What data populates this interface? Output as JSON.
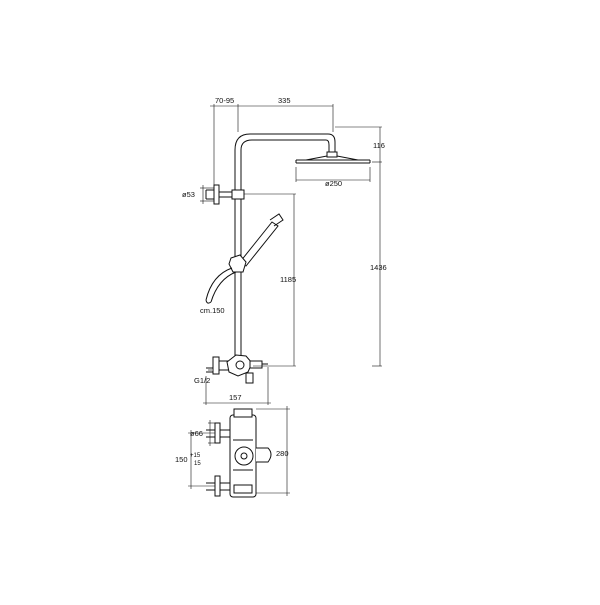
{
  "dimensions": {
    "wall_offset": "70-95",
    "arm_reach": "335",
    "head_height": "116",
    "head_diameter": "ø250",
    "bracket_diameter": "ø53",
    "slider_range": "1185",
    "total_height": "1436",
    "hose_length": "cm.150",
    "connection": "G1/2",
    "mixer_depth": "157",
    "escutcheon_diameter": "ø66",
    "centres_value": "150",
    "centres_tol_plus": "+15",
    "centres_tol_minus": "15",
    "mixer_height": "280"
  }
}
